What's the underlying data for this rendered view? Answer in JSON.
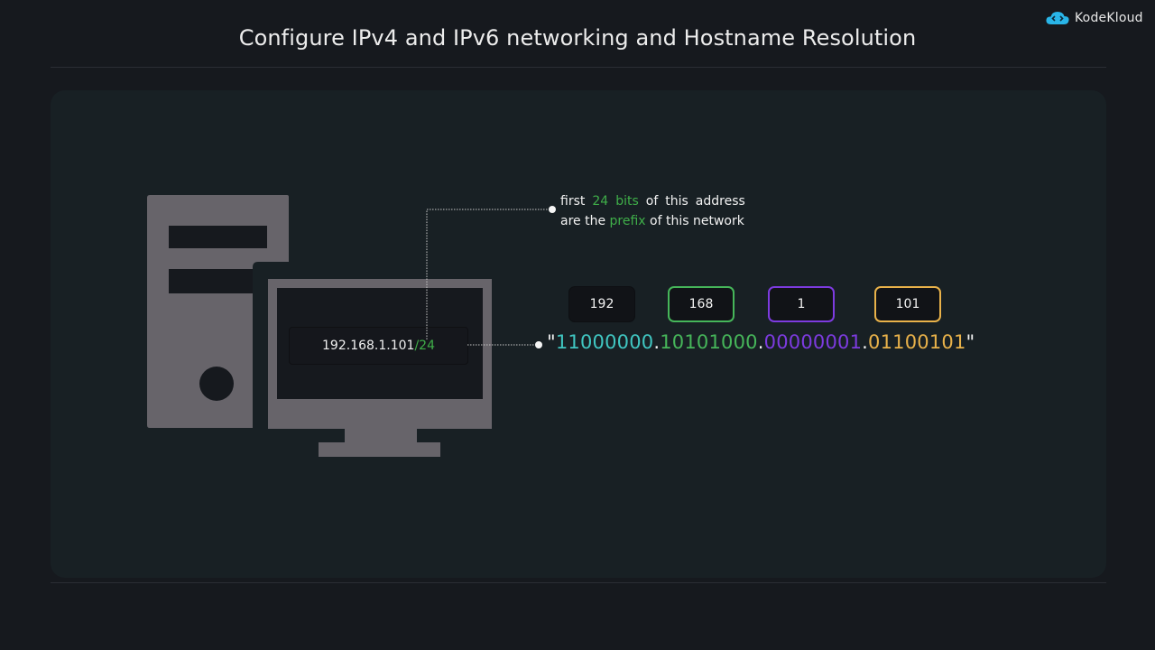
{
  "header": {
    "title": "Configure IPv4 and IPv6 networking and Hostname Resolution",
    "logo_text": "KodeKloud"
  },
  "diagram": {
    "ip_label": {
      "address": "192.168.1.101",
      "prefix": "/24"
    },
    "annotation": {
      "line1": [
        "first",
        "24",
        "bits",
        "of",
        "this",
        "address"
      ],
      "line2_start": "are the",
      "line2_highlight": "prefix",
      "line2_end": "of this network"
    },
    "octets": [
      "192",
      "168",
      "1",
      "101"
    ],
    "binary": {
      "open_quote": "\"",
      "close_quote": "\"",
      "parts": [
        "11000000",
        "10101000",
        "00000001",
        "01100101"
      ],
      "separator": "."
    },
    "colors": {
      "octet1": "#40c7c2",
      "octet2": "#46b65a",
      "octet3": "#7d3be0",
      "octet4": "#e9b24a",
      "highlight": "#3fae49"
    }
  }
}
